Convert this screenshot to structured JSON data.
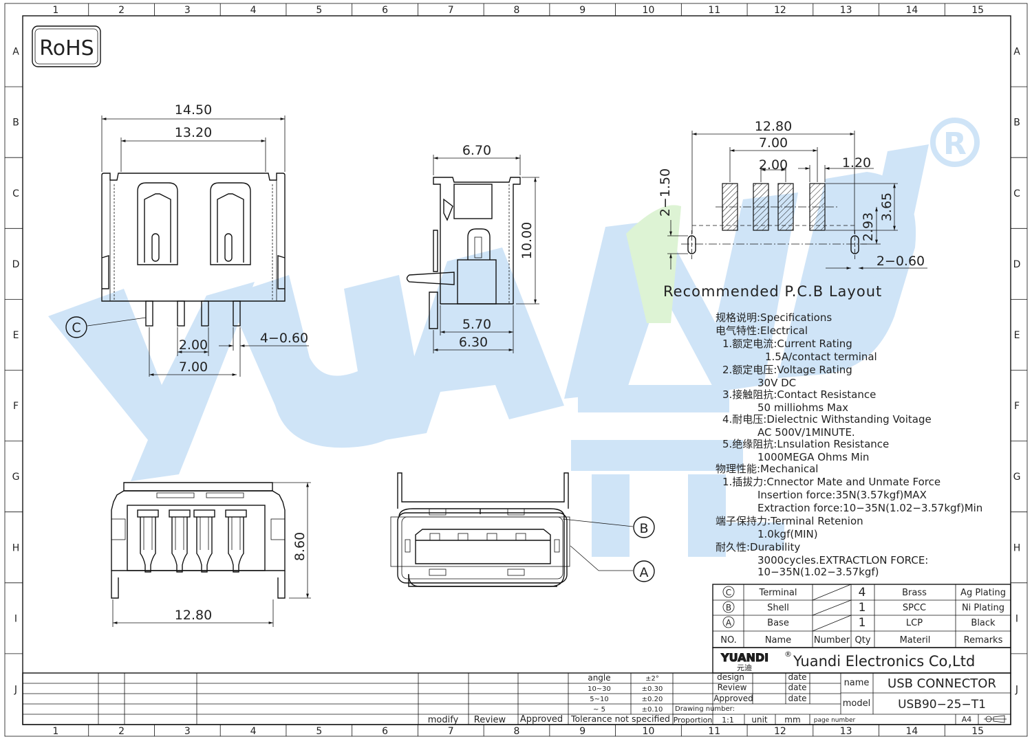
{
  "border": {
    "cols": [
      "1",
      "2",
      "3",
      "4",
      "5",
      "6",
      "7",
      "8",
      "9",
      "10",
      "11",
      "12",
      "13",
      "14",
      "15"
    ],
    "rows": [
      "A",
      "B",
      "C",
      "D",
      "E",
      "F",
      "G",
      "H",
      "I",
      "J"
    ]
  },
  "rohs": "RoHS",
  "registered": "®",
  "front_view": {
    "dim_overall": "14.50",
    "dim_inner": "13.20",
    "label_c": "C",
    "dim_pitch": "2.00",
    "dim_pins": "4−0.60",
    "dim_span": "7.00"
  },
  "side_view": {
    "dim_top": "6.70",
    "dim_height": "10.00",
    "dim_a": "5.70",
    "dim_b": "6.30"
  },
  "pcb_layout": {
    "dim_overall": "12.80",
    "dim_span": "7.00",
    "dim_pitch": "2.00",
    "dim_pad": "1.20",
    "dim_hole": "2−1.50",
    "dim_h1": "3.65",
    "dim_h2": "2.93",
    "dim_slot": "2−0.60",
    "title": "Recommended  P.C.B  Layout"
  },
  "bottom_view": {
    "dim_height": "8.60",
    "dim_width": "12.80"
  },
  "port_view": {
    "label_b": "B",
    "label_a": "A"
  },
  "specs": [
    {
      "indent": 0,
      "text": "规格说明:Specifications"
    },
    {
      "indent": 0,
      "text": "电气特性:Electrical"
    },
    {
      "indent": 1,
      "text": "1.额定电流:Current  Rating"
    },
    {
      "indent": 3,
      "text": "1.5A/contact  terminal"
    },
    {
      "indent": 1,
      "text": "2.额定电压:Voltage  Rating"
    },
    {
      "indent": 2,
      "text": "30V  DC"
    },
    {
      "indent": 1,
      "text": "3.接触阻抗:Contact  Resistance"
    },
    {
      "indent": 2,
      "text": "50  milliohms  Max"
    },
    {
      "indent": 1,
      "text": "4.耐电压:Dielectnic  Withstanding  Voitage"
    },
    {
      "indent": 2,
      "text": "AC  500V/1MINUTE."
    },
    {
      "indent": 1,
      "text": "5.绝缘阻抗:Lnsulation  Resistance"
    },
    {
      "indent": 2,
      "text": "1000MEGA  Ohms  Min"
    },
    {
      "indent": 0,
      "text": "物理性能:Mechanical"
    },
    {
      "indent": 1,
      "text": "1.插拔力:Cnnector  Mate  and  Unmate  Force"
    },
    {
      "indent": 2,
      "text": "Insertion  force:35N(3.57kgf)MAX"
    },
    {
      "indent": 2,
      "text": "Extraction  force:10−35N(1.02−3.57kgf)Min"
    },
    {
      "indent": 0,
      "text": "端子保持力:Terminal  Retenion"
    },
    {
      "indent": 2,
      "text": "1.0kgf(MIN)"
    },
    {
      "indent": 0,
      "text": "耐久性:Durability"
    },
    {
      "indent": 2,
      "text": "3000cycles.EXTRACTLON  FORCE:"
    },
    {
      "indent": 2,
      "text": "10−35N(1.02−3.57kgf)"
    }
  ],
  "bom": {
    "rows": [
      {
        "no": "C",
        "name": "Terminal",
        "qty": "4",
        "material": "Brass",
        "remarks": "Ag  Plating"
      },
      {
        "no": "B",
        "name": "Shell",
        "qty": "1",
        "material": "SPCC",
        "remarks": "Ni  Plating"
      },
      {
        "no": "A",
        "name": "Base",
        "qty": "1",
        "material": "LCP",
        "remarks": "Black"
      }
    ],
    "header": {
      "no": "NO.",
      "name": "Name",
      "number": "Number",
      "qty": "Qty",
      "material": "Materil",
      "remarks": "Remarks"
    }
  },
  "title_block": {
    "logo": "YUANDI",
    "logo_cn": "元迪",
    "company": "Yuandi  Electronics  Co,Ltd",
    "design": "design",
    "review": "Review",
    "approved": "Approved",
    "date": "date",
    "name_label": "name",
    "name_value": "USB  CONNECTOR",
    "model_label": "model",
    "model_value": "USB90−25−T1",
    "drawing_number": "Drawing  number:",
    "proportion": "Proportion",
    "scale": "1:1",
    "unit": "unit",
    "mm": "mm",
    "page_number": "page  number",
    "size": "A4",
    "tol_angle": "angle",
    "tol_angle_v": "±2°",
    "tol_1": "10~30",
    "tol_1v": "±0.30",
    "tol_2": "5~10",
    "tol_2v": "±0.20",
    "tol_3": "~ 5",
    "tol_3v": "±0.10",
    "modify": "modify",
    "review2": "Review",
    "approved2": "Approved",
    "tolerance": "Tolerance  not  specified"
  },
  "colors": {
    "watermark_blue": "#cfe4f7",
    "watermark_green": "#ddf3d4",
    "line": "#111111"
  }
}
